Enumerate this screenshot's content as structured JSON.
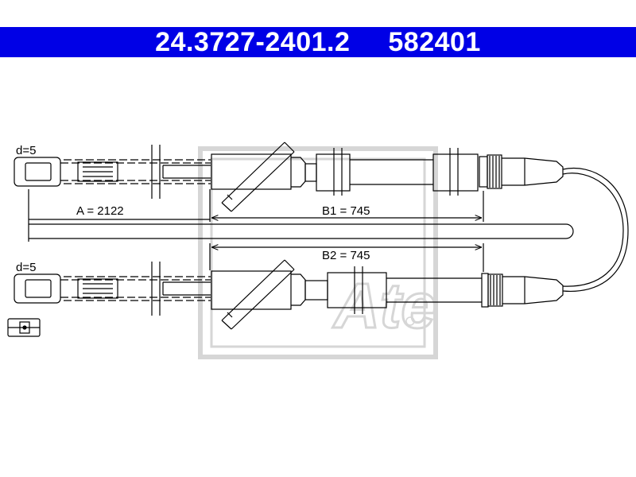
{
  "header": {
    "part_number": "24.3727-2401.2",
    "ref_number": "582401",
    "background": "#0000e6"
  },
  "cable_top": {
    "diameter_label": "d=5"
  },
  "cable_bottom": {
    "diameter_label": "d=5"
  },
  "dimensions": {
    "a": "A = 2122",
    "b1": "B1 = 745",
    "b2": "B2 = 745"
  },
  "watermark": {
    "name": "ate-logo-watermark",
    "color": "#d8d8d8"
  }
}
